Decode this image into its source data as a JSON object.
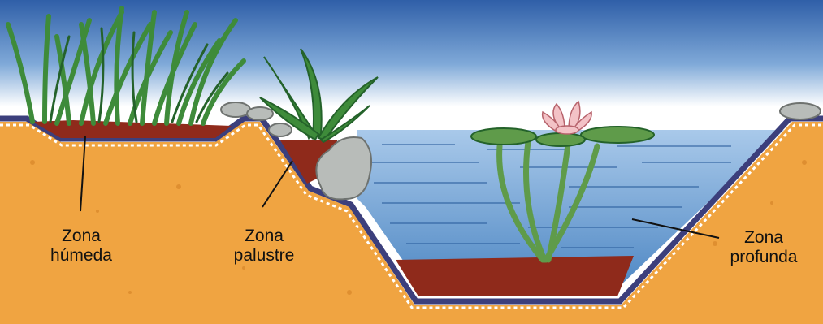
{
  "labels": {
    "humeda": {
      "line1": "Zona",
      "line2": "húmeda"
    },
    "palustre": {
      "line1": "Zona",
      "line2": "palustre"
    },
    "profunda": {
      "line1": "Zona",
      "line2": "profunda"
    }
  },
  "colors": {
    "sky": "#2f5fa8",
    "sky_light": "#ffffff",
    "soil": "#f0a441",
    "soil_dark": "#d7862a",
    "liner": "#3c3f7c",
    "mud": "#8f2a1b",
    "water": "#6c9fd2",
    "water_light": "#a9c9ea",
    "plant": "#3e8b3a",
    "plant_dark": "#24622a",
    "lily_pad": "#5f9b4a",
    "lily_flower": "#f3c2c6",
    "stone": "#b8bcb9"
  }
}
